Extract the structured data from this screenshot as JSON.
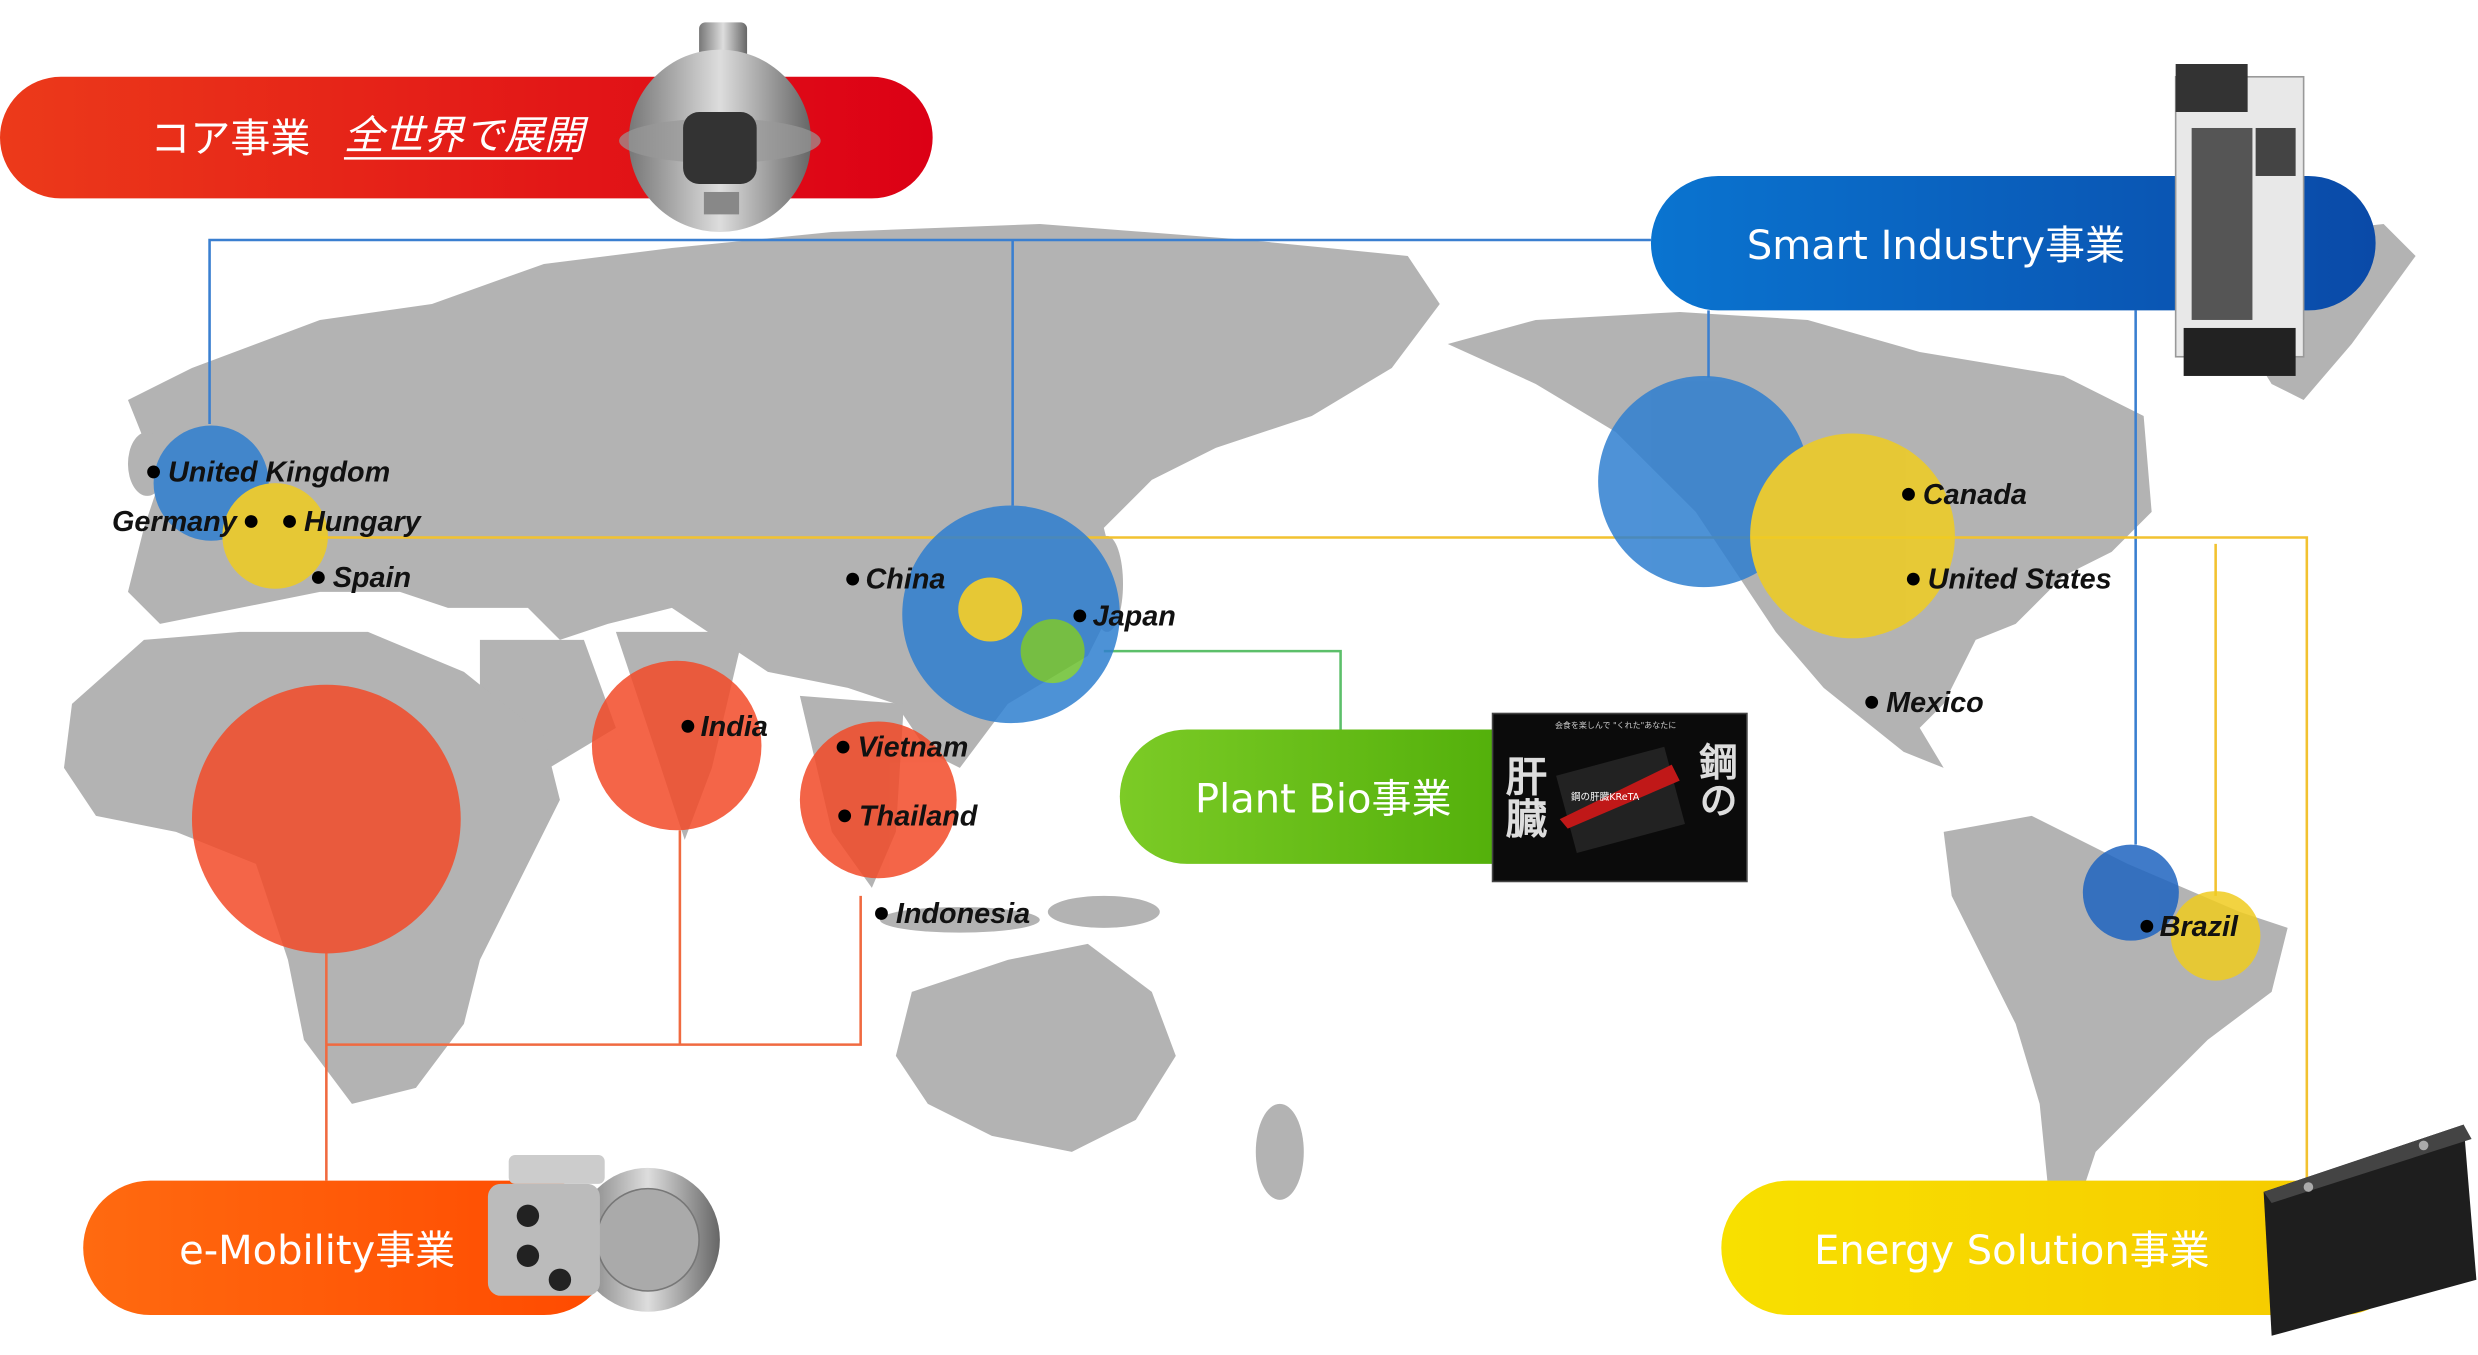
{
  "banners": {
    "core": {
      "title": "コア事業",
      "subtitle": "全世界で展開",
      "color": "#e3141c"
    },
    "smart_industry": {
      "title": "Smart Industry事業",
      "color": "#0a5bbf"
    },
    "plant_bio": {
      "title": "Plant Bio事業",
      "color": "#5cb515"
    },
    "e_mobility": {
      "title": "e-Mobility事業",
      "color": "#ff5a0a"
    },
    "energy_solution": {
      "title": "Energy Solution事業",
      "color": "#f6d000"
    }
  },
  "product_ad": {
    "big1": "肝臓",
    "big2": "鋼の",
    "tagline": "会食を楽しんで \"くれた\"あなたに",
    "brand": "鋼の肝臓KReTA"
  },
  "locations": [
    {
      "name": "United Kingdom"
    },
    {
      "name": "Germany"
    },
    {
      "name": "Hungary"
    },
    {
      "name": "Spain"
    },
    {
      "name": "China"
    },
    {
      "name": "Japan"
    },
    {
      "name": "India"
    },
    {
      "name": "Vietnam"
    },
    {
      "name": "Thailand"
    },
    {
      "name": "Indonesia"
    },
    {
      "name": "Canada"
    },
    {
      "name": "United States"
    },
    {
      "name": "Mexico"
    },
    {
      "name": "Brazil"
    }
  ]
}
